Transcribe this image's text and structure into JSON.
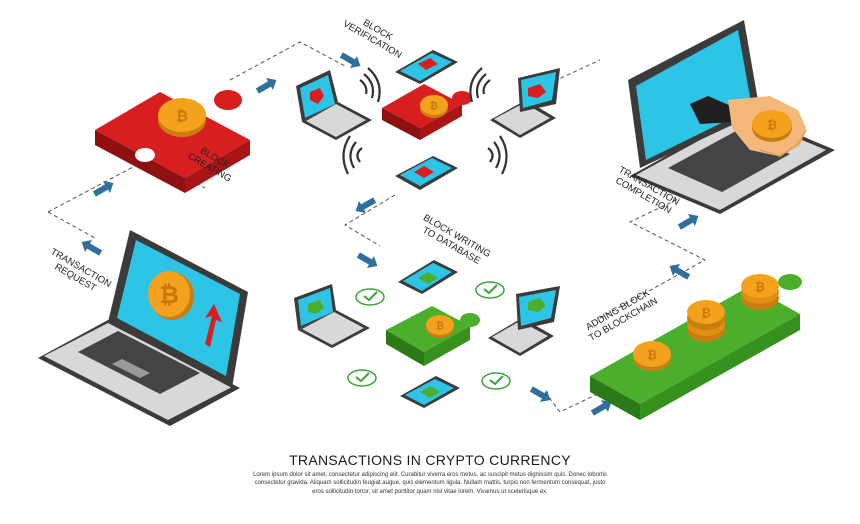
{
  "labels": {
    "block_creating": [
      "BLOCK",
      "CREATING"
    ],
    "block_verification": [
      "BLOCK",
      "VERIFICATION"
    ],
    "transaction_request": [
      "TRANSACTION",
      "REQUEST"
    ],
    "block_writing": [
      "BLOCK WRITING",
      "TO DATABASE"
    ],
    "adding_block": [
      "ADDING BLOCK",
      "TO BLOCKCHAIN"
    ],
    "transaction_completion": [
      "TRANSACTION",
      "COMPLETION"
    ]
  },
  "coin_symbol": "₿",
  "title": "TRANSACTIONS IN CRYPTO CURRENCY",
  "body_text": "Lorem ipsum dolor sit amet, consectetur adipiscing elit. Curabitur viverra eros metus, ac suscipit metus dignissim quis. Donec lobortis consectetur gravida. Aliquam sollicitudin feugiat augue, quis elementum ligula. Nullam mattis, turpis non fermentum consequat, justo eros sollicitudin tortor, sit amet porttitor quam nisl vitae lorem. Vivamus ut scelerisque ex.",
  "colors": {
    "puzzle_red": "#d71f1f",
    "puzzle_green": "#4caf2c",
    "coin_gold": "#f2a21c",
    "screen_blue": "#2ec4e6",
    "arrow_blue": "#2f6f9e",
    "check_green": "#3aa33a"
  }
}
